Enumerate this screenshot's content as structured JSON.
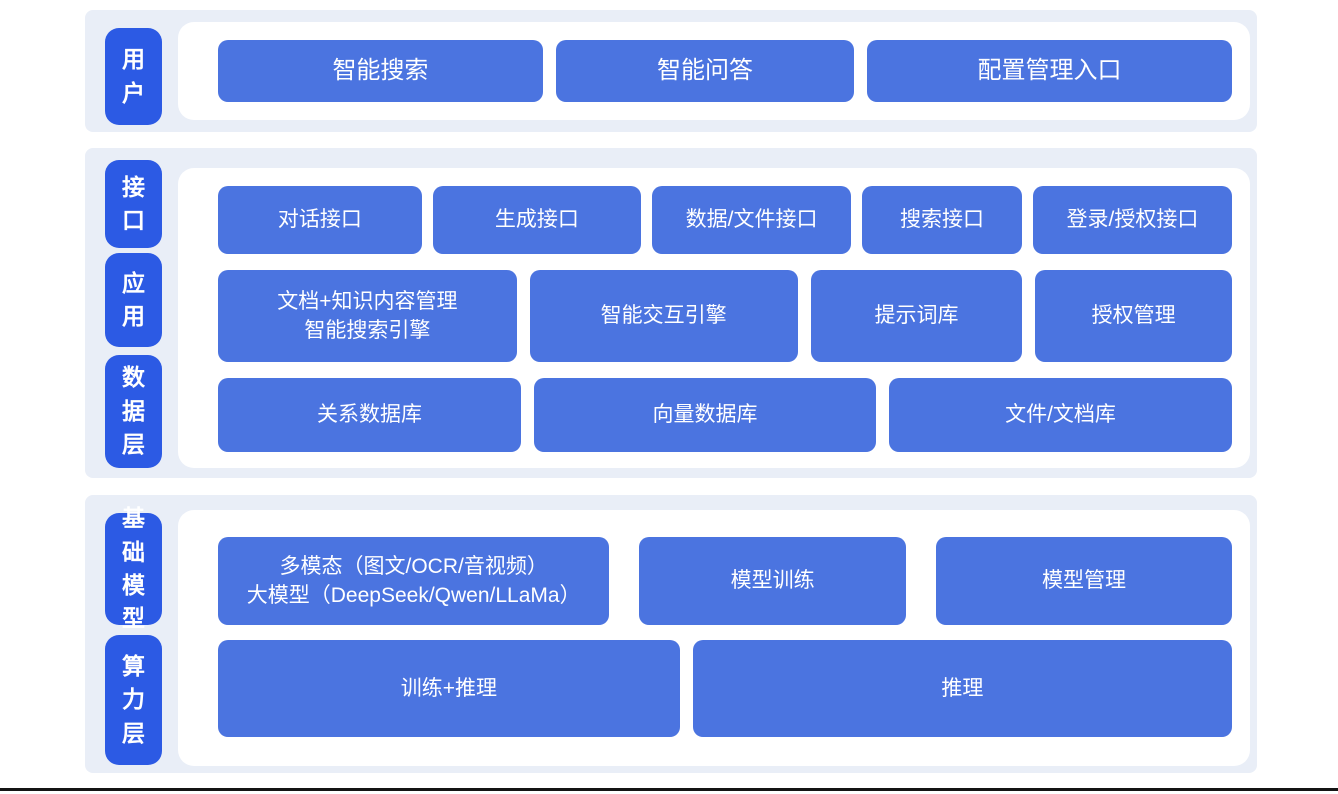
{
  "colors": {
    "box_blue": "#4b74e0",
    "side_label_blue": "#2c5ae4",
    "band_background": "#e9eef7",
    "panel_background": "#ffffff",
    "box_text": "#ffffff",
    "bottom_rule": "#141414"
  },
  "diagram": {
    "layers": [
      {
        "side_labels": [
          {
            "text": "用户"
          }
        ],
        "rows": [
          {
            "boxes": [
              {
                "label": "智能搜索"
              },
              {
                "label": "智能问答"
              },
              {
                "label": "配置管理入口"
              }
            ]
          }
        ]
      },
      {
        "side_labels": [
          {
            "text": "接口"
          },
          {
            "text": "应用"
          },
          {
            "text": "数据层"
          }
        ],
        "rows": [
          {
            "boxes": [
              {
                "label": "对话接口"
              },
              {
                "label": "生成接口"
              },
              {
                "label": "数据/文件接口"
              },
              {
                "label": "搜索接口"
              },
              {
                "label": "登录/授权接口"
              }
            ]
          },
          {
            "boxes": [
              {
                "label": "文档+知识内容管理\n智能搜索引擎"
              },
              {
                "label": "智能交互引擎"
              },
              {
                "label": "提示词库"
              },
              {
                "label": "授权管理"
              }
            ]
          },
          {
            "boxes": [
              {
                "label": "关系数据库"
              },
              {
                "label": "向量数据库"
              },
              {
                "label": "文件/文档库"
              }
            ]
          }
        ]
      },
      {
        "side_labels": [
          {
            "text": "基础模型"
          },
          {
            "text": "算力层"
          }
        ],
        "rows": [
          {
            "boxes": [
              {
                "label": "多模态（图文/OCR/音视频）\n大模型（DeepSeek/Qwen/LLaMa）"
              },
              {
                "label": "模型训练"
              },
              {
                "label": "模型管理"
              }
            ]
          },
          {
            "boxes": [
              {
                "label": "训练+推理"
              },
              {
                "label": "推理"
              }
            ]
          }
        ]
      }
    ]
  }
}
